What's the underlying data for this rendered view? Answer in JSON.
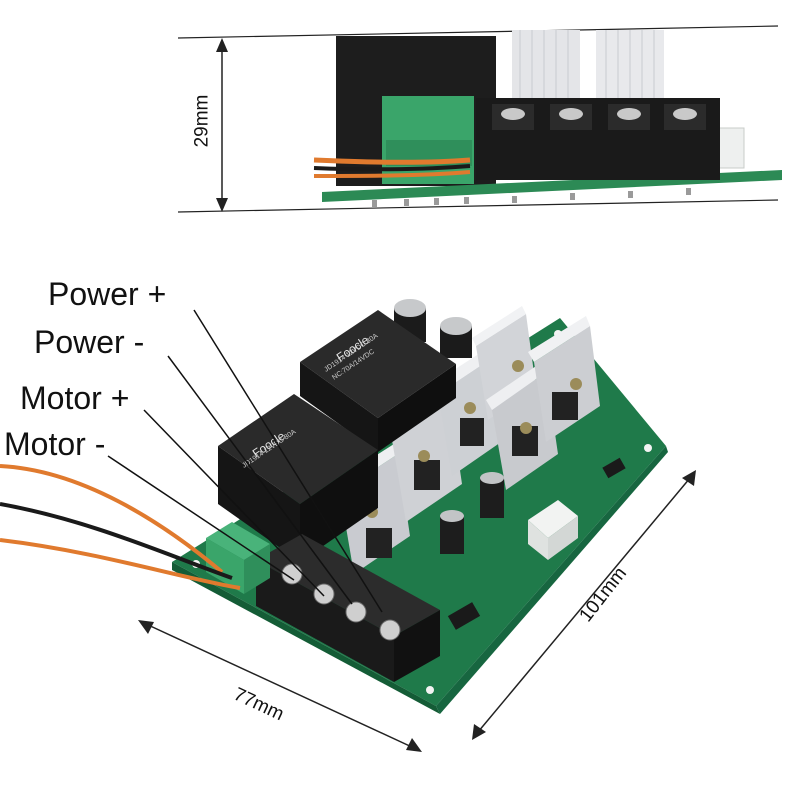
{
  "labels": {
    "power_plus": "Power +",
    "power_minus": "Power -",
    "motor_plus": "Motor +",
    "motor_minus": "Motor -"
  },
  "dimensions": {
    "height": "29mm",
    "width": "77mm",
    "length": "101mm"
  },
  "relay_text": {
    "brand": "Foocle",
    "model": "JD1914 12VDC 80A",
    "rating": "NC:70A/14VDC"
  },
  "colors": {
    "pcb": "#1f7a4a",
    "relay": "#1c1c1c",
    "heatsink": "#d9dadc",
    "terminal_block": "#1a1a1a",
    "green_connector": "#3aa56a",
    "wire_orange": "#e07a2e",
    "wire_black": "#1a1a1a",
    "background": "#ffffff"
  }
}
